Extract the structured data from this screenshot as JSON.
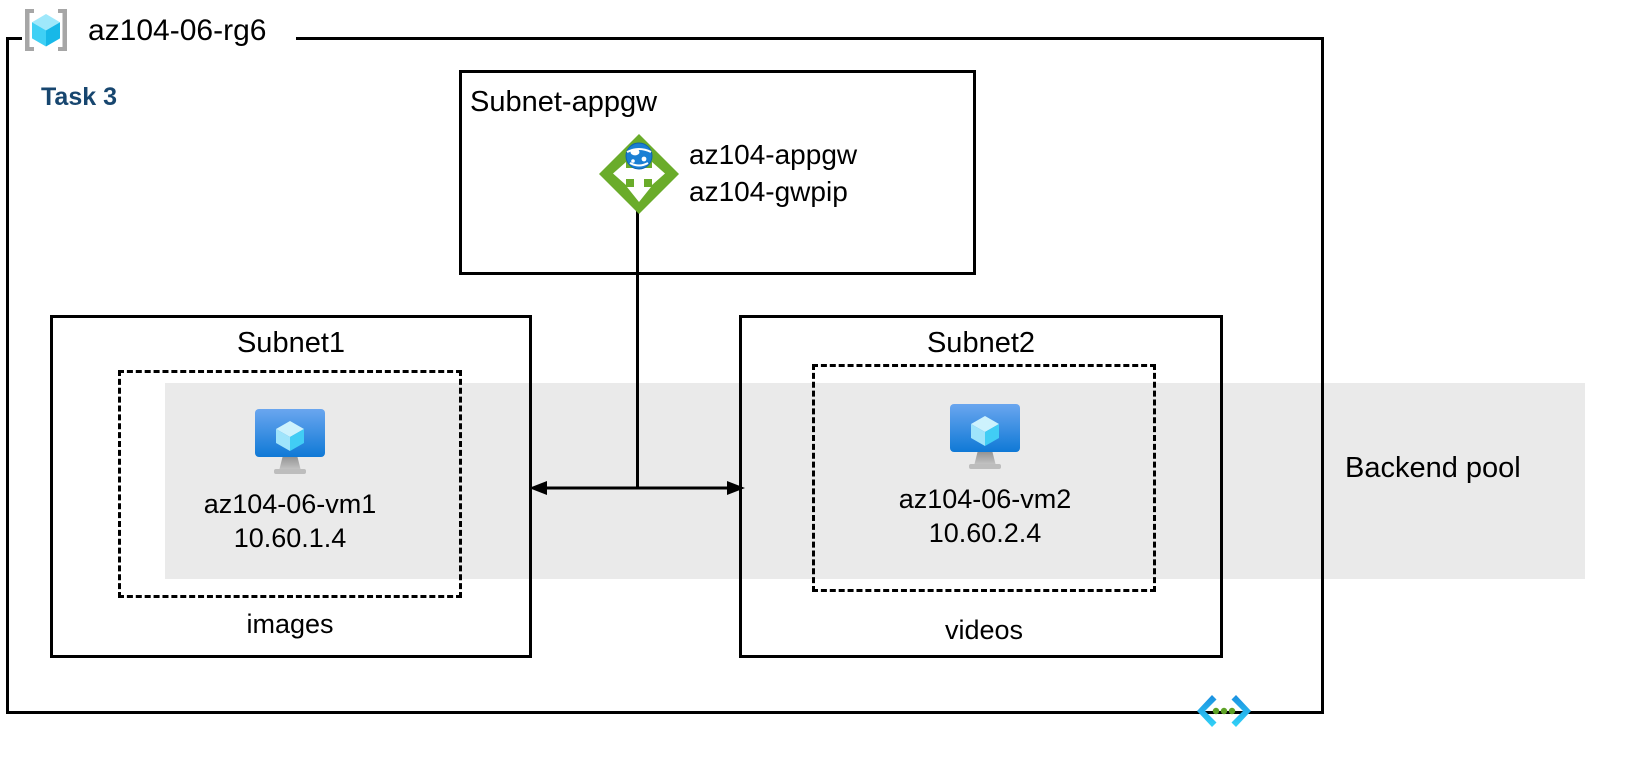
{
  "diagram": {
    "resource_group": {
      "name": "az104-06-rg6",
      "icon": "resource-group-cube-icon",
      "task_label": "Task 3",
      "task_label_color": "#17466f"
    },
    "backend_pool": {
      "label": "Backend pool",
      "band_color": "#eaeaea"
    },
    "subnets": [
      {
        "id": "subnet-appgw",
        "title": "Subnet-appgw",
        "title_align": "left",
        "resources": [
          {
            "icon": "application-gateway-icon",
            "icon_color": "#6aac2a",
            "lines": [
              "az104-appgw",
              "az104-gwpip"
            ]
          }
        ]
      },
      {
        "id": "subnet1",
        "title": "Subnet1",
        "title_align": "center",
        "inner_caption": "images",
        "resources": [
          {
            "icon": "virtual-machine-icon",
            "icon_color": "#1a88e0",
            "name": "az104-06-vm1",
            "ip": "10.60.1.4"
          }
        ]
      },
      {
        "id": "subnet2",
        "title": "Subnet2",
        "title_align": "center",
        "inner_caption": "videos",
        "resources": [
          {
            "icon": "virtual-machine-icon",
            "icon_color": "#1a88e0",
            "name": "az104-06-vm2",
            "ip": "10.60.2.4"
          }
        ]
      }
    ],
    "connectors": [
      {
        "id": "appgw-to-backend",
        "type": "vertical-line"
      },
      {
        "id": "subnet1-subnet2-link",
        "type": "double-headed-arrow"
      }
    ],
    "footer": {
      "icon": "code-brackets-icon",
      "bracket_color": "#2fc6f2",
      "dots_color": "#5ea226"
    }
  }
}
